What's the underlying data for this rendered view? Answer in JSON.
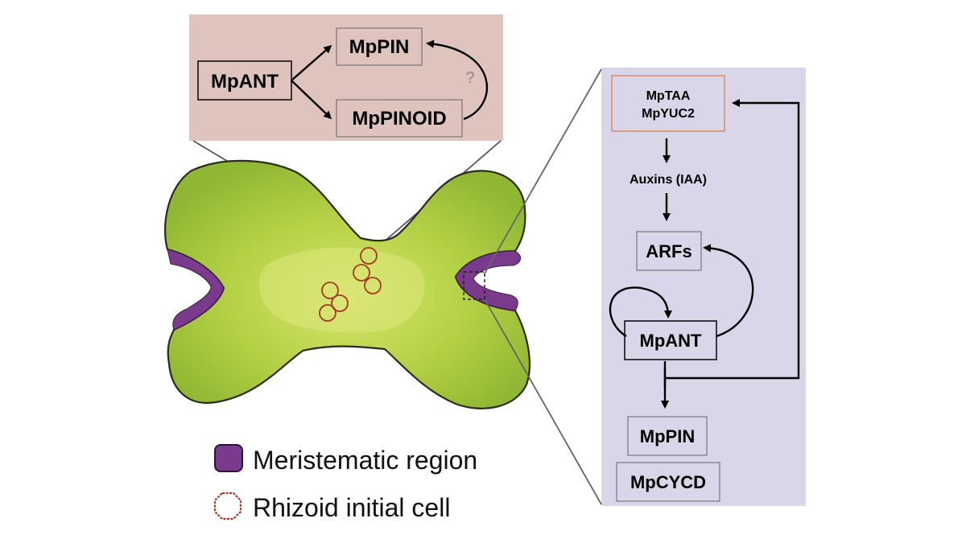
{
  "colors": {
    "top_panel_bg": "#dfc3bd",
    "right_panel_bg": "#d9d6ea",
    "thallus_green": "#a4c83a",
    "thallus_light": "#cfe06a",
    "meristem_purple": "#7a3b8c",
    "rhizoid_red": "#a23a24",
    "orange_box": "#d9875a"
  },
  "top_panel": {
    "regulator": "MpANT",
    "target_1": "MpPIN",
    "target_2": "MpPINOID",
    "question_mark": "?"
  },
  "right_panel": {
    "biosynthesis_line_1": "MpTAA",
    "biosynthesis_line_2": "MpYUC2",
    "auxin": "Auxins (IAA)",
    "arfs": "ARFs",
    "regulator": "MpANT",
    "target_1": "MpPIN",
    "target_2": "MpCYCD"
  },
  "legend": {
    "meristem_label": "Meristematic region",
    "rhizoid_label": "Rhizoid initial cell"
  }
}
